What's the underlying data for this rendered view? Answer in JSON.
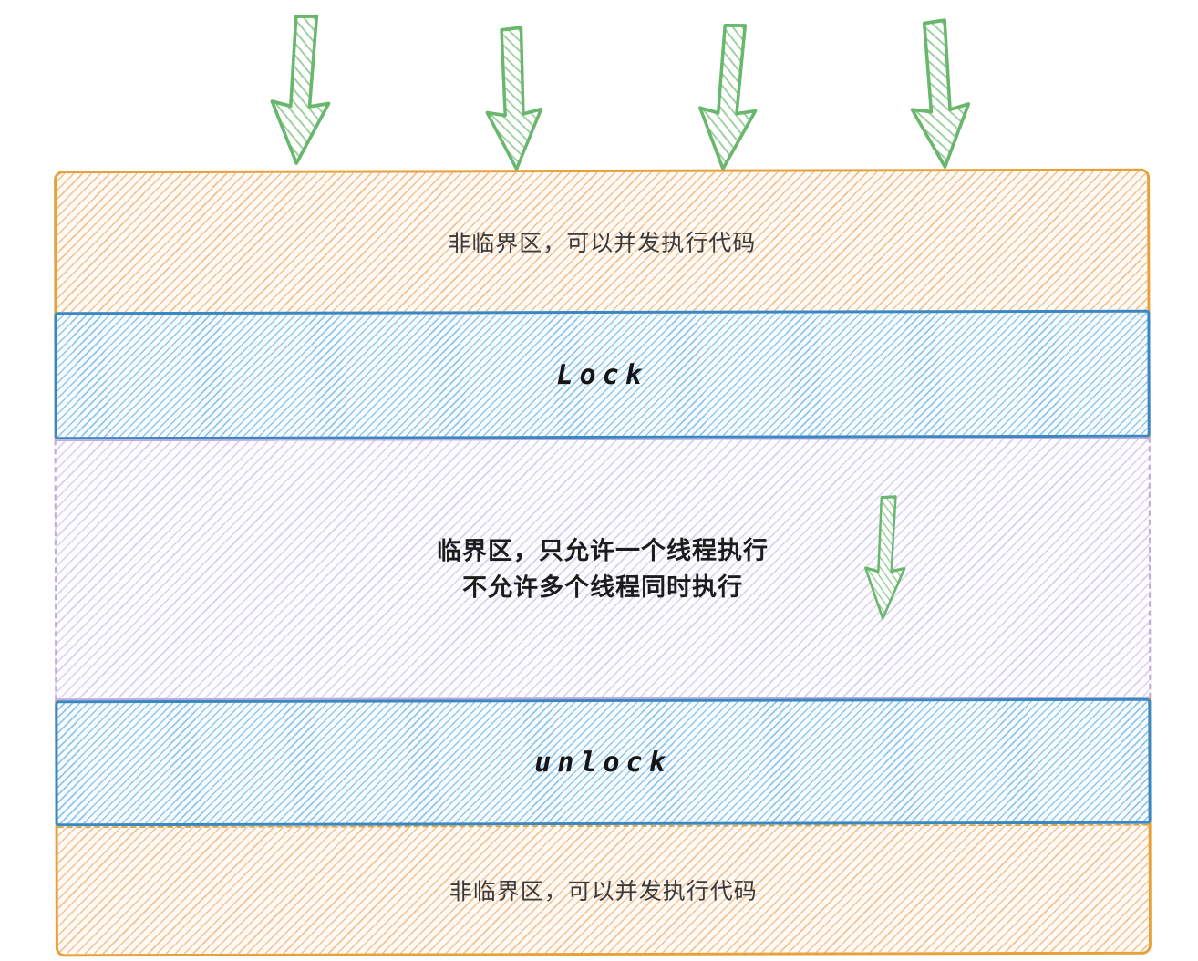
{
  "diagram": {
    "description_type": "critical-section-lock-diagram",
    "regions": [
      {
        "name": "non-critical-top",
        "label": "非临界区，可以并发执行代码"
      },
      {
        "name": "lock",
        "label": "Lock"
      },
      {
        "name": "critical",
        "lines": [
          "临界区，只允许一个线程执行",
          "不允许多个线程同时执行"
        ]
      },
      {
        "name": "unlock",
        "label": "unlock"
      },
      {
        "name": "non-critical-bottom",
        "label": "非临界区，可以并发执行代码"
      }
    ],
    "arrows": {
      "top_incoming_count": 4,
      "critical_section_count": 1
    },
    "colors": {
      "arrow_green_stroke": "#68b76c",
      "arrow_green_hatch": "#9ccf9e",
      "border_orange": "#e7a13b",
      "hatch_orange": "#eeb27d",
      "border_blue": "#3a87c2",
      "hatch_blue": "#6eb4e6",
      "border_purple": "#bdabde",
      "hatch_purple": "#baaae0",
      "text_dark": "#3a3a3a",
      "background": "#ffffff"
    }
  }
}
